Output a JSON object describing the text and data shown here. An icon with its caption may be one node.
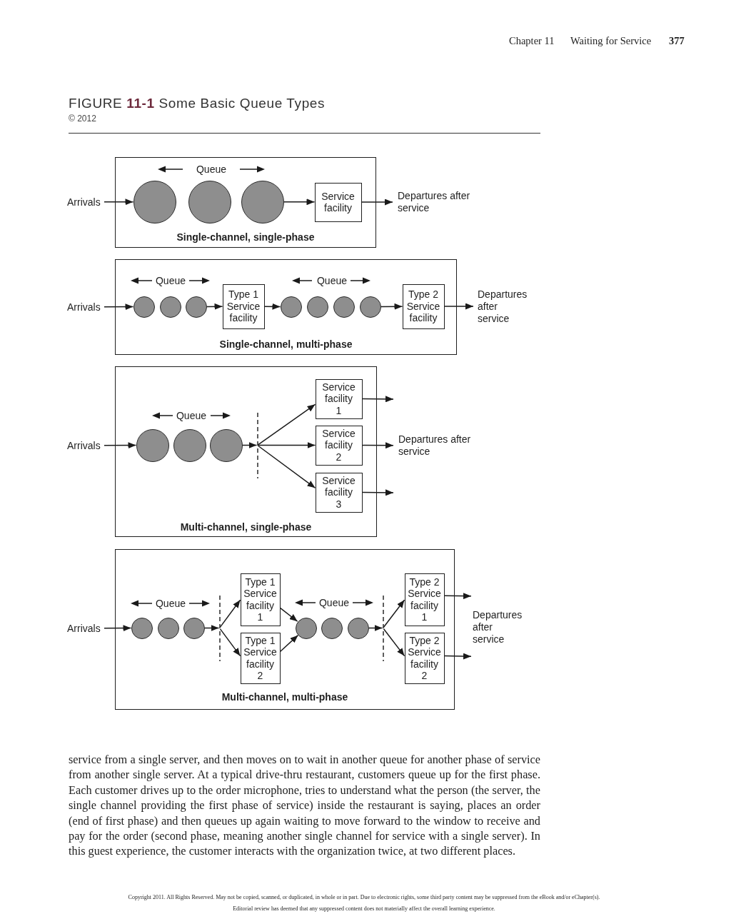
{
  "diagram": {
    "title": "FIGURE **11-1** Some Basic Queue Types",
    "caption": "© 2012",
    "nodes": [
      {
        "text": [
          "Single-channel, single-phase"
        ]
      },
      {
        "text": [
          "Arrivals"
        ]
      },
      {
        "text": [],
        "shape": "circle",
        "in": 0
      },
      {
        "text": [],
        "shape": "circle",
        "in": 0
      },
      {
        "text": [],
        "shape": "circle",
        "in": 0
      },
      {
        "text": [
          "Service facility"
        ],
        "in": 0
      },
      {
        "text": [
          "Departures after service"
        ]
      },
      {
        "text": [
          "Single-channel, multi-phase"
        ]
      },
      {
        "text": [
          "Arrivals"
        ]
      },
      {
        "text": [],
        "shape": "circle",
        "in": 7
      },
      {
        "text": [],
        "shape": "circle",
        "in": 7
      },
      {
        "text": [],
        "shape": "circle",
        "in": 7
      },
      {
        "text": [
          "Type 1 Service facility"
        ],
        "in": 7
      },
      {
        "text": [],
        "shape": "circle",
        "in": 7
      },
      {
        "text": [],
        "shape": "circle",
        "in": 7
      },
      {
        "text": [],
        "shape": "circle",
        "in": 7
      },
      {
        "text": [],
        "shape": "circle",
        "in": 7
      },
      {
        "text": [
          "Type 2 Service facility"
        ],
        "in": 7
      },
      {
        "text": [
          "Departures after service"
        ]
      },
      {
        "text": [
          "Multi-channel, single-phase"
        ]
      },
      {
        "text": [
          "Arrivals"
        ]
      },
      {
        "text": [],
        "shape": "circle",
        "in": 19
      },
      {
        "text": [],
        "shape": "circle",
        "in": 19
      },
      {
        "text": [],
        "shape": "circle",
        "in": 19
      },
      {
        "text": [],
        "shape": "bar",
        "in": 19
      },
      {
        "text": [
          "Service facility 1"
        ],
        "in": 19
      },
      {
        "text": [
          "Service facility 2"
        ],
        "in": 19
      },
      {
        "text": [
          "Service facility 3"
        ],
        "in": 19
      },
      {
        "text": [
          "Departures after service"
        ]
      },
      {
        "text": [
          "Multi-channel, multi-phase"
        ]
      },
      {
        "text": [
          "Arrivals"
        ]
      },
      {
        "text": [],
        "shape": "circle",
        "in": 29
      },
      {
        "text": [],
        "shape": "circle",
        "in": 29
      },
      {
        "text": [],
        "shape": "circle",
        "in": 29
      },
      {
        "text": [],
        "shape": "bar",
        "in": 29
      },
      {
        "text": [
          "Type 1 Service facility 1"
        ],
        "in": 29
      },
      {
        "text": [
          "Type 1 Service facility 2"
        ],
        "in": 29
      },
      {
        "text": [],
        "shape": "circle",
        "in": 29
      },
      {
        "text": [],
        "shape": "circle",
        "in": 29
      },
      {
        "text": [],
        "shape": "circle",
        "in": 29
      },
      {
        "text": [],
        "shape": "bar",
        "in": 29
      },
      {
        "text": [
          "Type 2 Service facility 1"
        ],
        "in": 29
      },
      {
        "text": [
          "Type 2 Service facility 2"
        ],
        "in": 29
      },
      {
        "text": [
          "Departures after service"
        ]
      }
    ],
    "edges": [
      {
        "from": 1,
        "to": 2,
        "arrow": "to"
      },
      {
        "from": 4,
        "to": 5,
        "arrow": "to"
      },
      {
        "from": 5,
        "to": 6,
        "arrow": "to"
      },
      {
        "from": 8,
        "to": 9,
        "arrow": "to"
      },
      {
        "from": 11,
        "to": 12,
        "arrow": "to"
      },
      {
        "from": 12,
        "to": 13,
        "arrow": "to"
      },
      {
        "from": 16,
        "to": 17,
        "arrow": "to"
      },
      {
        "from": 17,
        "to": 18,
        "arrow": "to"
      },
      {
        "from": 20,
        "to": 21,
        "arrow": "to"
      },
      {
        "from": 23,
        "to": 24,
        "arrow": "to"
      },
      {
        "from": 24,
        "to": 25,
        "arrow": "to"
      },
      {
        "from": 24,
        "to": 26,
        "arrow": "to"
      },
      {
        "from": 24,
        "to": 27,
        "arrow": "to"
      },
      {
        "from": 25,
        "to": null,
        "arrow": "to"
      },
      {
        "from": 26,
        "to": 28,
        "arrow": "to"
      },
      {
        "from": 27,
        "to": null,
        "arrow": "to"
      },
      {
        "from": 30,
        "to": 31,
        "arrow": "to"
      },
      {
        "from": 33,
        "to": 34,
        "arrow": "to"
      },
      {
        "from": 34,
        "to": 35,
        "arrow": "to"
      },
      {
        "from": 34,
        "to": 36,
        "arrow": "to"
      },
      {
        "from": 35,
        "to": 37,
        "arrow": "to"
      },
      {
        "from": 36,
        "to": 37,
        "arrow": "to"
      },
      {
        "from": 39,
        "to": 40,
        "arrow": "to"
      },
      {
        "from": 40,
        "to": 41,
        "arrow": "to"
      },
      {
        "from": 40,
        "to": 42,
        "arrow": "to"
      },
      {
        "from": 41,
        "to": 43,
        "arrow": "to"
      },
      {
        "from": 42,
        "to": 43,
        "arrow": "to"
      }
    ],
    "labels": [
      "Chapter 11",
      "Waiting for Service",
      "377",
      "Queue",
      "Queue",
      "Queue",
      "Queue",
      "Queue",
      "Queue",
      "service from a single server, and then moves on to wait in another queue for another phase of service from another single server. At a typical drive-thru restaurant, customers queue up for the first phase. Each customer drives up to the order microphone, tries to understand what the person (the server, the single channel providing the first phase of service) inside the restaurant is saying, places an order (end of first phase) and then queues up again waiting to move forward to the window to receive and pay for the order (second phase, meaning another single channel for service with a single server). In this guest experience, the customer interacts with the organization twice, at two different places.",
      "Copyright 2011. All Rights Reserved. May not be copied, scanned, or duplicated, in whole or in part. Due to electronic rights, some third party content may be suppressed from the eBook and/or eChapter(s).",
      "Editorial review has deemed that any suppressed content does not materially affect the overall learning experience."
    ]
  }
}
